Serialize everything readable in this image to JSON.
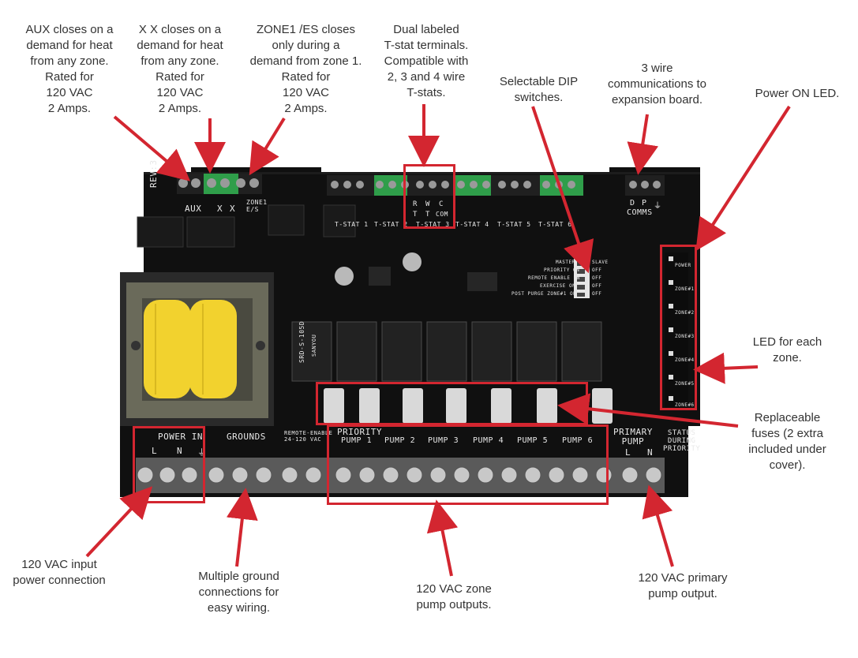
{
  "callouts": {
    "aux": "AUX closes on a\ndemand for heat\nfrom any zone.\nRated for\n120 VAC\n2 Amps.",
    "xx": "X X closes on a\ndemand for heat\nfrom any zone.\nRated for\n120 VAC\n2 Amps.",
    "zone1": "ZONE1 /ES closes\nonly during a\ndemand from zone 1.\nRated for\n120 VAC\n2 Amps.",
    "tstat": "Dual labeled\nT-stat terminals.\nCompatible with\n2, 3 and 4 wire\nT-stats.",
    "dip": "Selectable DIP\nswitches.",
    "comms": "3 wire\ncommunications to\nexpansion board.",
    "power_led": "Power ON LED.",
    "zone_led": "LED for each\nzone.",
    "fuses": "Replaceable\nfuses (2 extra\nincluded under\ncover).",
    "input_power": "120 VAC input\npower connection",
    "grounds": "Multiple ground\nconnections for\neasy wiring.",
    "zone_pumps": "120 VAC zone\npump outputs.",
    "primary_pump": "120 VAC primary\npump output."
  },
  "board": {
    "rev": "REV:3",
    "top_labels": {
      "aux": "AUX",
      "x1": "X",
      "x2": "X",
      "zone1_es": "ZONE1\nE/S",
      "comms": "COMMS"
    },
    "comms_terms": [
      "D",
      "P",
      "⏚"
    ],
    "tstats": [
      "T-STAT 1",
      "T-STAT 2",
      "T-STAT 3",
      "T-STAT 4",
      "T-STAT 5",
      "T-STAT 6"
    ],
    "tstat_letters": [
      "R",
      "W",
      "C"
    ],
    "tstat_row2": [
      "T",
      "T",
      "COM"
    ],
    "dip_labels": [
      "MASTER",
      "PRIORITY ON",
      "REMOTE ENABLE ON",
      "EXERCISE ON",
      "POST PURGE ZONE#1 ON"
    ],
    "dip_states": [
      "SLAVE",
      "OFF",
      "OFF",
      "OFF",
      "OFF"
    ],
    "led_labels": [
      "POWER",
      "ZONE#1",
      "ZONE#2",
      "ZONE#3",
      "ZONE#4",
      "ZONE#5",
      "ZONE#6"
    ],
    "relay_text": "SRD-S-105D",
    "relay_brand": "SANYOU",
    "bottom": {
      "power_in": "POWER IN",
      "grounds": "GROUNDS",
      "remote": "REMOTE-ENABLE\n24-120 VAC",
      "priority": "PRIORITY",
      "pumps": [
        "PUMP 1",
        "PUMP 2",
        "PUMP 3",
        "PUMP 4",
        "PUMP 5",
        "PUMP 6"
      ],
      "primary": "PRIMARY\nPUMP",
      "status": "STATUS\nDURING\nPRIORITY",
      "ln": [
        "L",
        "N"
      ],
      "ln_ground": [
        "L",
        "N",
        "⏚"
      ]
    }
  },
  "colors": {
    "board": "#111111",
    "arrow": "#d32630",
    "green_terminal": "#2f9e4a",
    "transformer_coil": "#f2d22e"
  }
}
